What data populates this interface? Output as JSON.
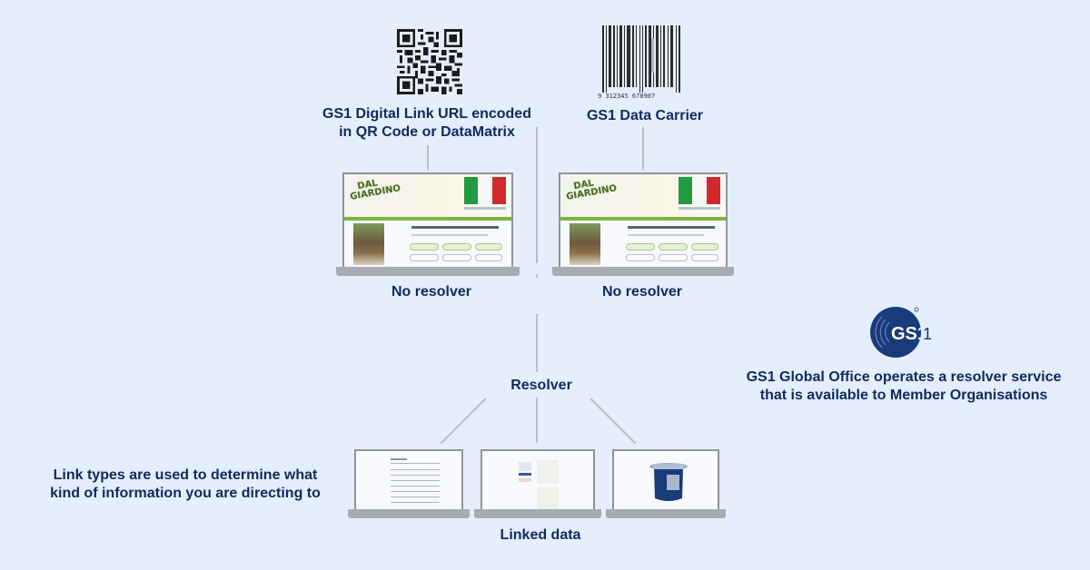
{
  "diagram": {
    "top_left": {
      "icon": "qr-code-icon",
      "label_line1": "GS1 Digital Link URL encoded",
      "label_line2": "in QR Code or DataMatrix"
    },
    "top_right": {
      "icon": "barcode-icon",
      "barcode_digits": "9 312345 678907",
      "label": "GS1 Data Carrier"
    },
    "website_screens": [
      {
        "logo_line1": "DAL",
        "logo_line2": "GIARDINO",
        "caption": "No resolver"
      },
      {
        "logo_line1": "DAL",
        "logo_line2": "GIARDINO",
        "caption": "No resolver"
      }
    ],
    "resolver": {
      "label": "Resolver"
    },
    "linked_screens": [
      {
        "content": "nutrition-table"
      },
      {
        "content": "document-page"
      },
      {
        "content": "product-jar"
      }
    ],
    "linked_data_label": "Linked data",
    "link_types_note": {
      "line1": "Link types are used to determine what",
      "line2": "kind of information you are directing to"
    },
    "gs1_note": {
      "logo_text": "GS1",
      "line1": "GS1 Global Office operates a resolver service",
      "line2": "that is available to Member Organisations"
    },
    "colors": {
      "background": "#e4eefd",
      "text": "#0f2a5c",
      "connector": "#b9bec6",
      "gs1_blue": "#1a3b7a",
      "flag_green": "#229a3e",
      "flag_white": "#f7f7f7",
      "flag_red": "#d02a2e"
    }
  }
}
